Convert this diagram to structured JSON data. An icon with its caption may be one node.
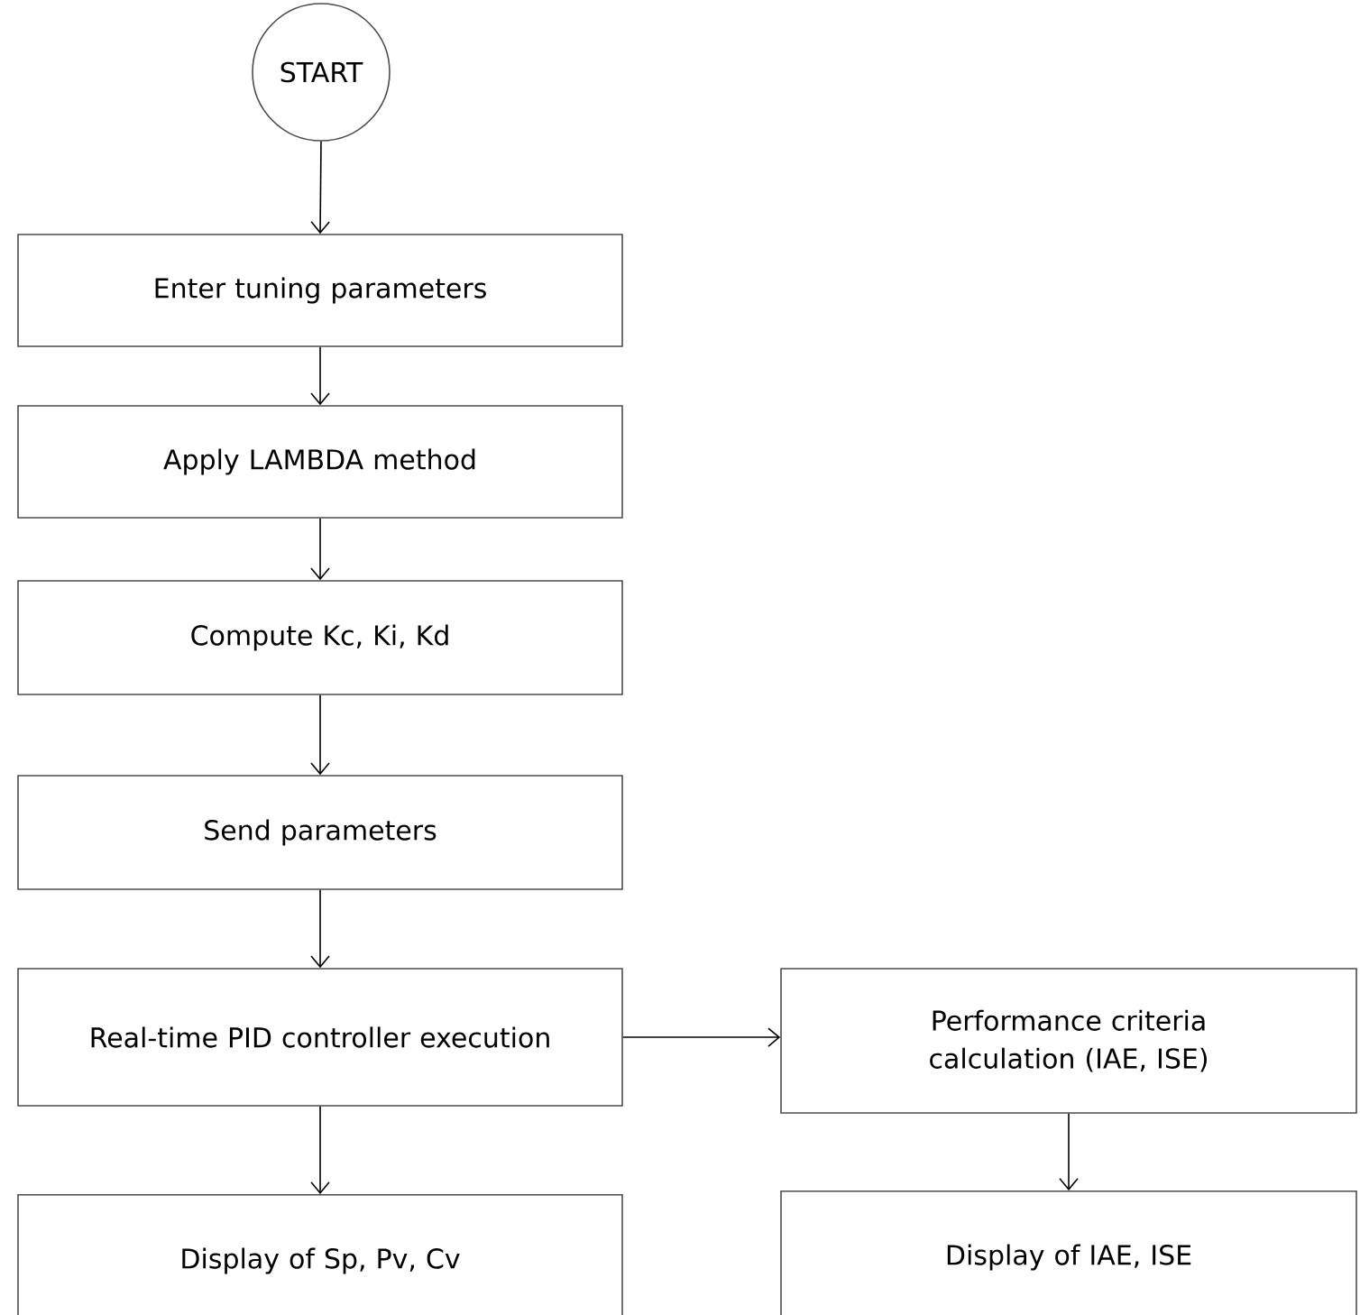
{
  "diagram": {
    "nodes": [
      {
        "text": [
          "START"
        ]
      },
      {
        "text": [
          "Enter tuning parameters"
        ]
      },
      {
        "text": [
          "Apply LAMBDA method"
        ]
      },
      {
        "text": [
          "Compute Kc, Ki, Kd"
        ]
      },
      {
        "text": [
          "Send parameters"
        ]
      },
      {
        "text": [
          "Real-time PID controller execution"
        ]
      },
      {
        "text": [
          "Performance criteria calculation (IAE, ISE)"
        ]
      },
      {
        "text": [
          "Display of Sp, Pv, Cv"
        ]
      },
      {
        "text": [
          "Display of IAE, ISE"
        ]
      }
    ],
    "edges": [
      {
        "from": 0,
        "to": 1,
        "arrow": "to"
      },
      {
        "from": 1,
        "to": 2,
        "arrow": "to"
      },
      {
        "from": 2,
        "to": 3,
        "arrow": "to"
      },
      {
        "from": 3,
        "to": 4,
        "arrow": "to"
      },
      {
        "from": 4,
        "to": 5,
        "arrow": "to"
      },
      {
        "from": 5,
        "to": 6,
        "arrow": "to"
      },
      {
        "from": 5,
        "to": 7,
        "arrow": "to"
      },
      {
        "from": 6,
        "to": 8,
        "arrow": "to"
      }
    ]
  }
}
